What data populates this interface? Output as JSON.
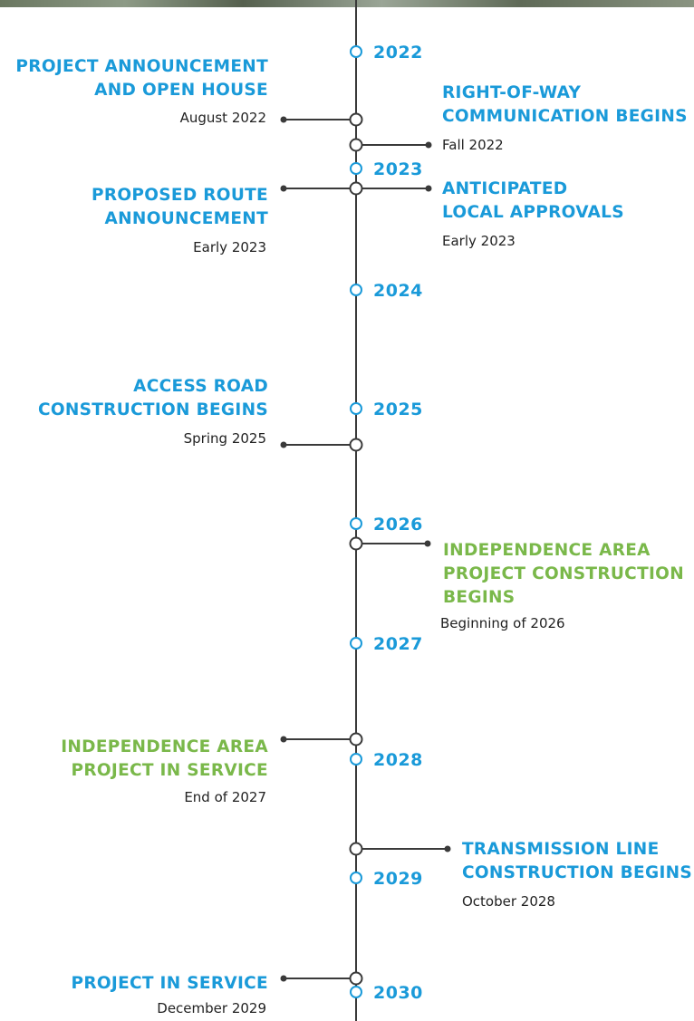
{
  "colors": {
    "blue": "#1a9ad9",
    "green": "#7ab84a",
    "line": "#3a3a3a",
    "text": "#222222"
  },
  "years": [
    "2022",
    "2023",
    "2024",
    "2025",
    "2026",
    "2027",
    "2028",
    "2029",
    "2030"
  ],
  "milestones": [
    {
      "title": "PROJECT ANNOUNCEMENT\nAND OPEN HOUSE",
      "date": "August 2022",
      "color": "blue"
    },
    {
      "title": "RIGHT-OF-WAY\nCOMMUNICATION BEGINS",
      "date": "Fall 2022",
      "color": "blue"
    },
    {
      "title": "PROPOSED ROUTE\nANNOUNCEMENT",
      "date": "Early 2023",
      "color": "blue"
    },
    {
      "title": "ANTICIPATED\nLOCAL APPROVALS",
      "date": "Early 2023",
      "color": "blue"
    },
    {
      "title": "ACCESS ROAD\nCONSTRUCTION BEGINS",
      "date": "Spring 2025",
      "color": "blue"
    },
    {
      "title": "INDEPENDENCE AREA\nPROJECT CONSTRUCTION\nBEGINS",
      "date": "Beginning of 2026",
      "color": "green"
    },
    {
      "title": "INDEPENDENCE AREA\nPROJECT IN SERVICE",
      "date": "End of 2027",
      "color": "green"
    },
    {
      "title": "TRANSMISSION LINE\nCONSTRUCTION BEGINS",
      "date": "October 2028",
      "color": "blue"
    },
    {
      "title": "PROJECT IN SERVICE",
      "date": "December 2029",
      "color": "blue"
    }
  ]
}
